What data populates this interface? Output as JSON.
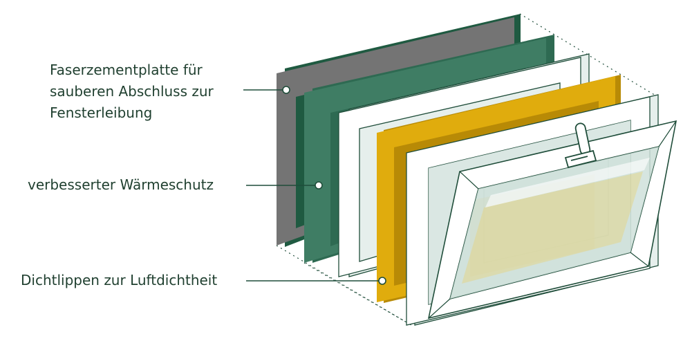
{
  "colors": {
    "line": "#1f4d3a",
    "text": "#1f3f2f",
    "grey_panel": "#747474",
    "green_panel": "#3f7d64",
    "yellow_frame": "#e0ac0d",
    "white_frame": "#ffffff",
    "glass": "#d8e6e2"
  },
  "labels": {
    "faserzement": {
      "line1": "Faserzementplatte für",
      "line2": "sauberen Abschluss zur",
      "line3": "Fensterleibung"
    },
    "waermeschutz": "verbesserter Wärmeschutz",
    "dichtlippen": "Dichtlippen zur Luftdichtheit"
  }
}
